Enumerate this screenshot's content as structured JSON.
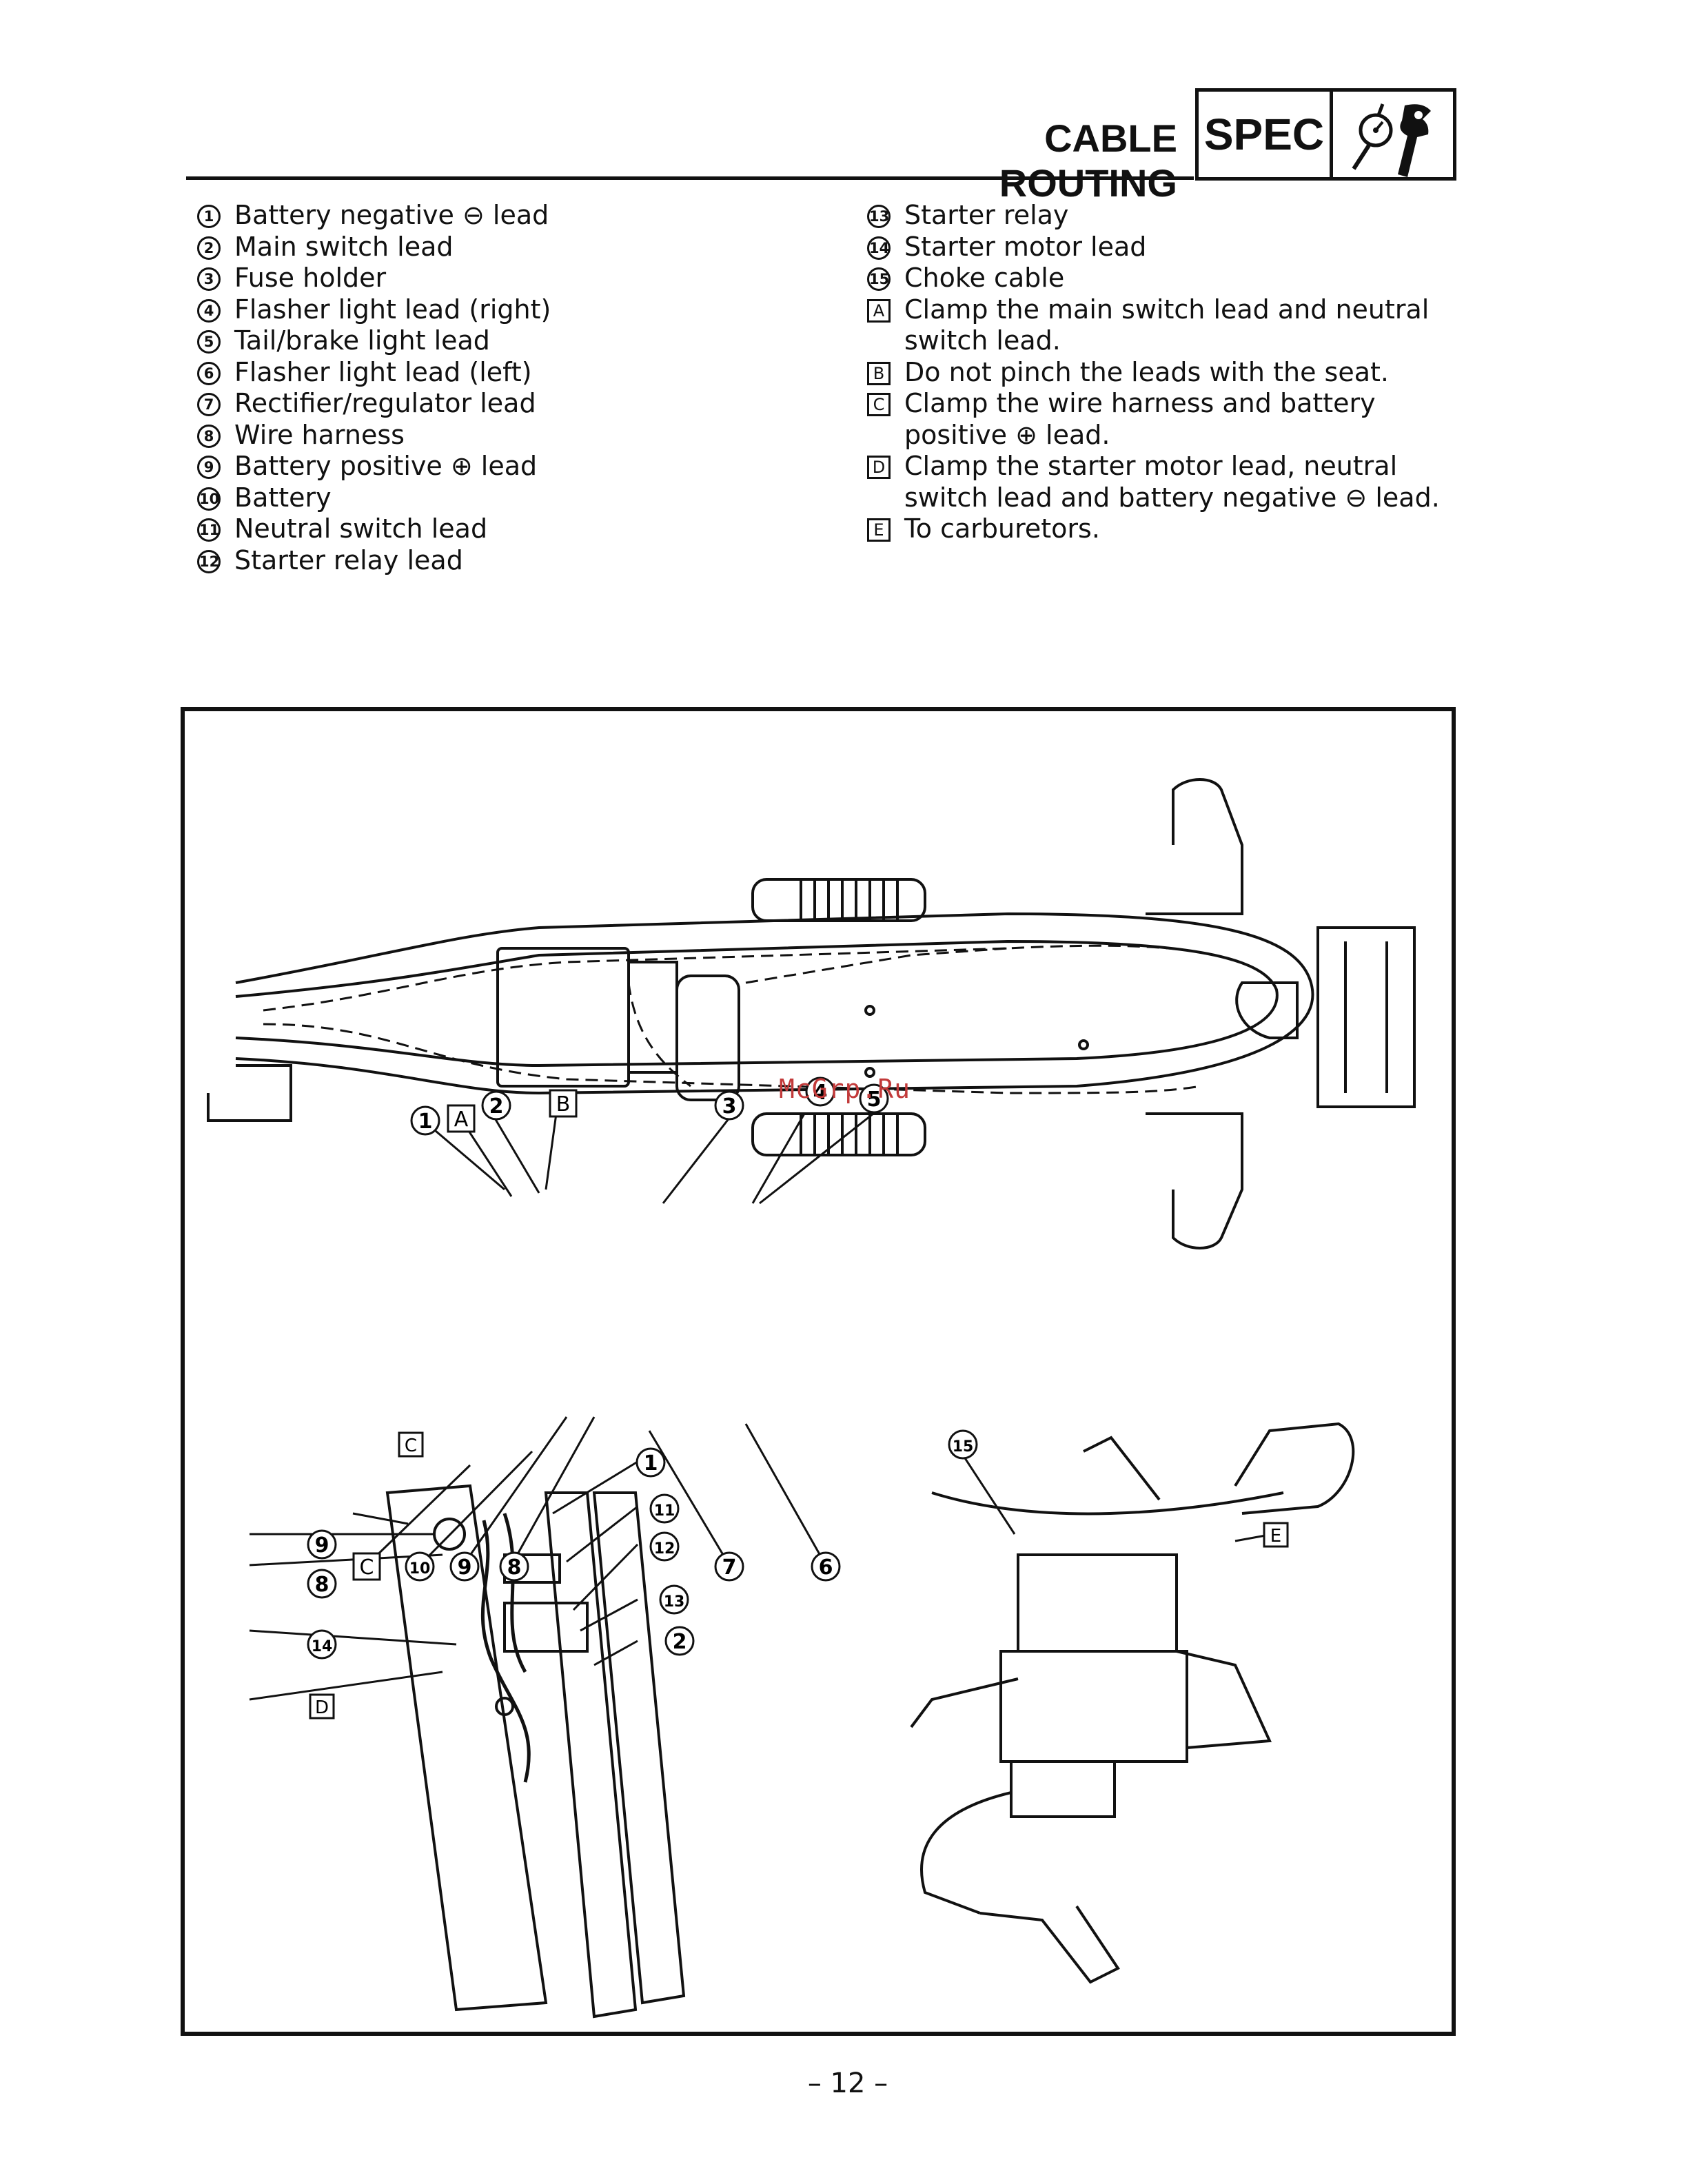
{
  "header": {
    "title": "CABLE ROUTING",
    "badge": "SPEC",
    "badge_icon": "dial-gauge-wrench-icon"
  },
  "legend_left": [
    {
      "mark": "1",
      "text": "Battery negative ⊖ lead"
    },
    {
      "mark": "2",
      "text": "Main switch lead"
    },
    {
      "mark": "3",
      "text": "Fuse holder"
    },
    {
      "mark": "4",
      "text": "Flasher light lead (right)"
    },
    {
      "mark": "5",
      "text": "Tail/brake light lead"
    },
    {
      "mark": "6",
      "text": "Flasher light lead (left)"
    },
    {
      "mark": "7",
      "text": "Rectifier/regulator lead"
    },
    {
      "mark": "8",
      "text": "Wire harness"
    },
    {
      "mark": "9",
      "text": "Battery positive ⊕ lead"
    },
    {
      "mark": "10",
      "text": "Battery"
    },
    {
      "mark": "11",
      "text": "Neutral switch lead"
    },
    {
      "mark": "12",
      "text": "Starter relay lead"
    }
  ],
  "legend_right": [
    {
      "mark": "13",
      "text": "Starter relay"
    },
    {
      "mark": "14",
      "text": "Starter motor lead"
    },
    {
      "mark": "15",
      "text": "Choke cable"
    },
    {
      "mark": "A",
      "text": "Clamp the main switch lead and neutral switch lead."
    },
    {
      "mark": "B",
      "text": "Do not pinch the leads with the seat."
    },
    {
      "mark": "C",
      "text": "Clamp the wire harness and battery positive ⊕ lead."
    },
    {
      "mark": "D",
      "text": "Clamp the starter motor lead, neutral switch lead and battery negative ⊖ lead."
    },
    {
      "mark": "E",
      "text": "To carburetors."
    }
  ],
  "figure": {
    "top_callouts": [
      "1",
      "A",
      "2",
      "B",
      "3",
      "4",
      "5"
    ],
    "bottom_callouts": [
      "C",
      "10",
      "9",
      "8",
      "7",
      "6"
    ],
    "lower_left_callouts": [
      "C",
      "9",
      "8",
      "14",
      "D",
      "1",
      "11",
      "12",
      "13",
      "2"
    ],
    "lower_right_callouts": [
      "15",
      "E"
    ]
  },
  "watermark": "McGrp.Ru",
  "footer": {
    "page_number": "– 12 –"
  }
}
